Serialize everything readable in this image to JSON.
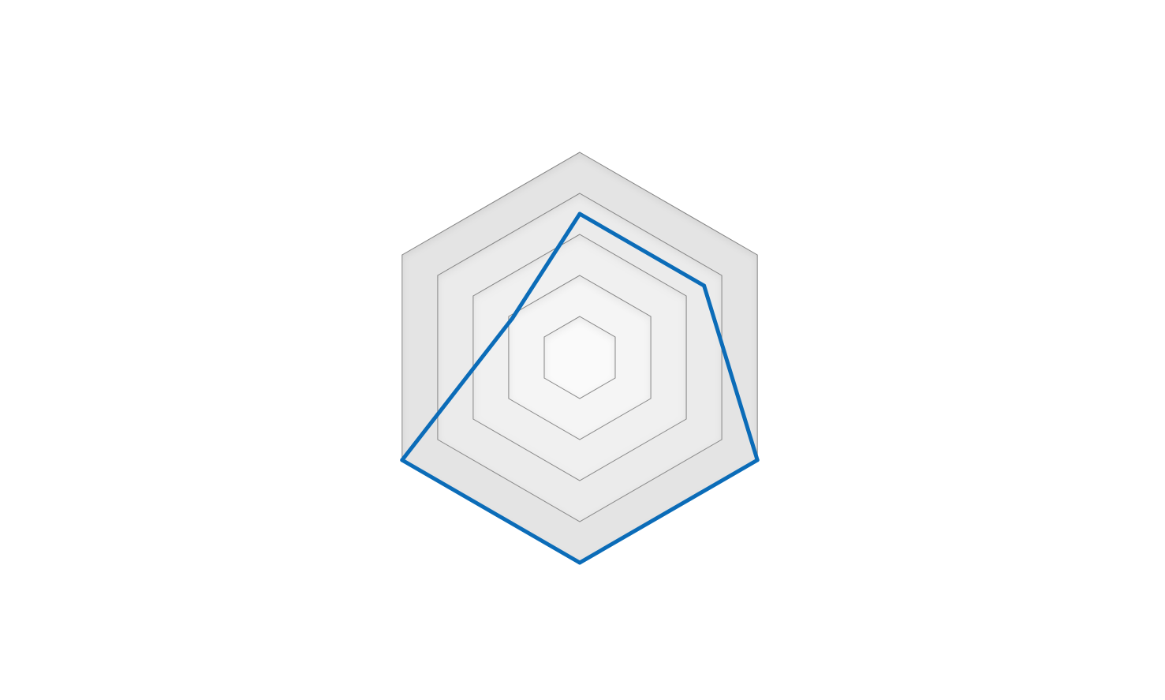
{
  "chart_data": {
    "type": "radar",
    "title": "",
    "axes_count": 6,
    "range": [
      0,
      5
    ],
    "grid_levels": 5,
    "grid": true,
    "legend": "none",
    "series": [
      {
        "values": [
          3.5,
          3.5,
          5.0,
          5.0,
          5.0,
          1.9
        ]
      }
    ]
  },
  "colors": {
    "series_stroke": "#0b6cb8",
    "ring_outer": "#e4e4e4",
    "ring_mid_outer": "#ebebeb",
    "ring_mid": "#f0f0f0",
    "ring_mid_inner": "#f5f5f5",
    "ring_inner": "#fafafa",
    "center": "#ffffff",
    "ring_border": "#8c8c8c"
  }
}
